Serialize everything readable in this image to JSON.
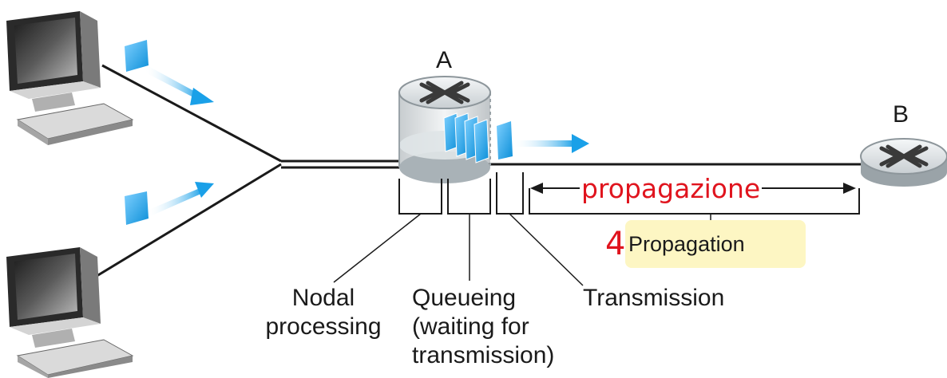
{
  "nodes": {
    "router_a": "A",
    "router_b": "B"
  },
  "delay_labels": {
    "nodal": "Nodal\nprocessing",
    "queueing": "Queueing\n(waiting for\ntransmission)",
    "transmission": "Transmission",
    "propagation_number": "4",
    "propagation": "Propagation"
  },
  "annotation": {
    "propagazione": "propagazione"
  },
  "colors": {
    "packet": "#1aa0e8",
    "annotation": "#e0141e",
    "highlight": "#fdf6c3",
    "line": "#1a1a1a"
  }
}
